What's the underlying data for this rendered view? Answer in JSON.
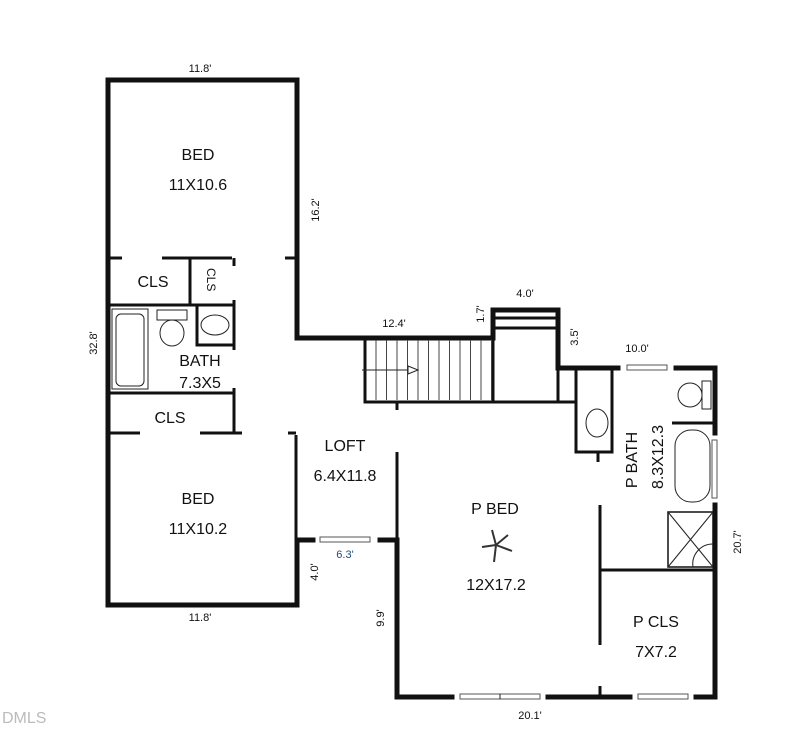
{
  "rooms": {
    "bed_upper": {
      "label": "BED",
      "size": "11X10.6"
    },
    "cls_upper": {
      "label": "CLS"
    },
    "cls_small": {
      "label": "CLS"
    },
    "bath": {
      "label": "BATH",
      "size": "7.3X5"
    },
    "cls_lower": {
      "label": "CLS"
    },
    "bed_lower": {
      "label": "BED",
      "size": "11X10.2"
    },
    "loft": {
      "label": "LOFT",
      "size": "6.4X11.8"
    },
    "p_bed": {
      "label": "P BED",
      "size": "12X17.2"
    },
    "p_bath": {
      "label": "P BATH",
      "size": "8.3X12.3"
    },
    "p_cls": {
      "label": "P CLS",
      "size": "7X7.2"
    }
  },
  "dimensions": {
    "top_width": "11.8'",
    "upper_right": "16.2'",
    "left_height": "32.8'",
    "stair_width": "12.4'",
    "landing_left": "1.7'",
    "landing_width": "4.0'",
    "landing_right": "3.5'",
    "bath_top": "10.0'",
    "bath_right": "20.7'",
    "loft_window": "6.3'",
    "loft_jog": "4.0'",
    "bottom_left": "11.8'",
    "pbed_left": "9.9'",
    "bottom_right": "20.1'"
  },
  "watermark": "DMLS",
  "colors": {
    "walls": "#111111",
    "window_dim": "#1f4e79"
  }
}
